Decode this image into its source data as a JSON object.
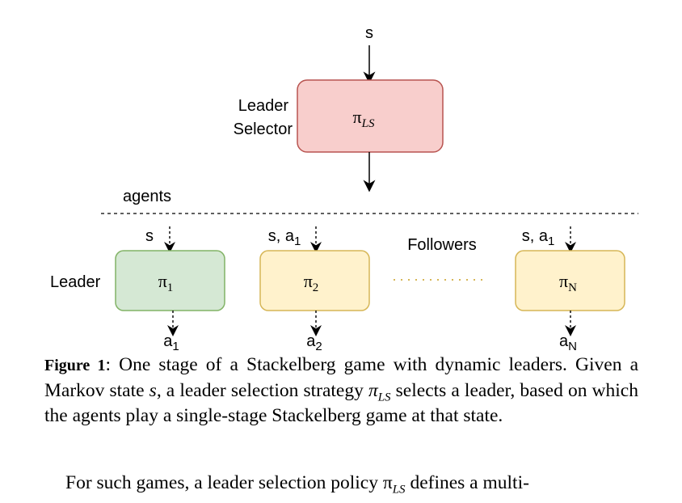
{
  "diagram": {
    "top_input": "s",
    "leader_selector": {
      "side_label_line1": "Leader",
      "side_label_line2": "Selector",
      "policy": "π",
      "policy_sub": "LS",
      "fill": "#f8cecc",
      "stroke": "#b85450"
    },
    "agents_label": "agents",
    "followers_label": "Followers",
    "leader_label": "Leader",
    "agents": [
      {
        "input": "s",
        "input_sub": "",
        "policy": "π",
        "policy_sub": "1",
        "output": "a",
        "output_sub": "1",
        "fill": "#d5e8d4",
        "stroke": "#82b366"
      },
      {
        "input": "s, a",
        "input_sub": "1",
        "policy": "π",
        "policy_sub": "2",
        "output": "a",
        "output_sub": "2",
        "fill": "#fff2cc",
        "stroke": "#d6b656"
      },
      {
        "input": "s, a",
        "input_sub": "1",
        "policy": "π",
        "policy_sub": "N",
        "output": "a",
        "output_sub": "N",
        "fill": "#fff2cc",
        "stroke": "#d6b656"
      }
    ],
    "dots_color": "#d6b656"
  },
  "caption": {
    "label": "Figure 1",
    "text_a": ": One stage of a Stackelberg game with dynamic leaders. Given a Markov state ",
    "var_s": "s",
    "text_b": ", a leader selection strategy ",
    "pi": "π",
    "pi_sub": "LS",
    "text_c": " selects a leader, based on which the agents play a single-stage Stackelberg game at that state."
  },
  "body_text": {
    "line": "For such games, a leader selection policy π",
    "sub": "LS",
    "rest": " defines a multi-"
  }
}
